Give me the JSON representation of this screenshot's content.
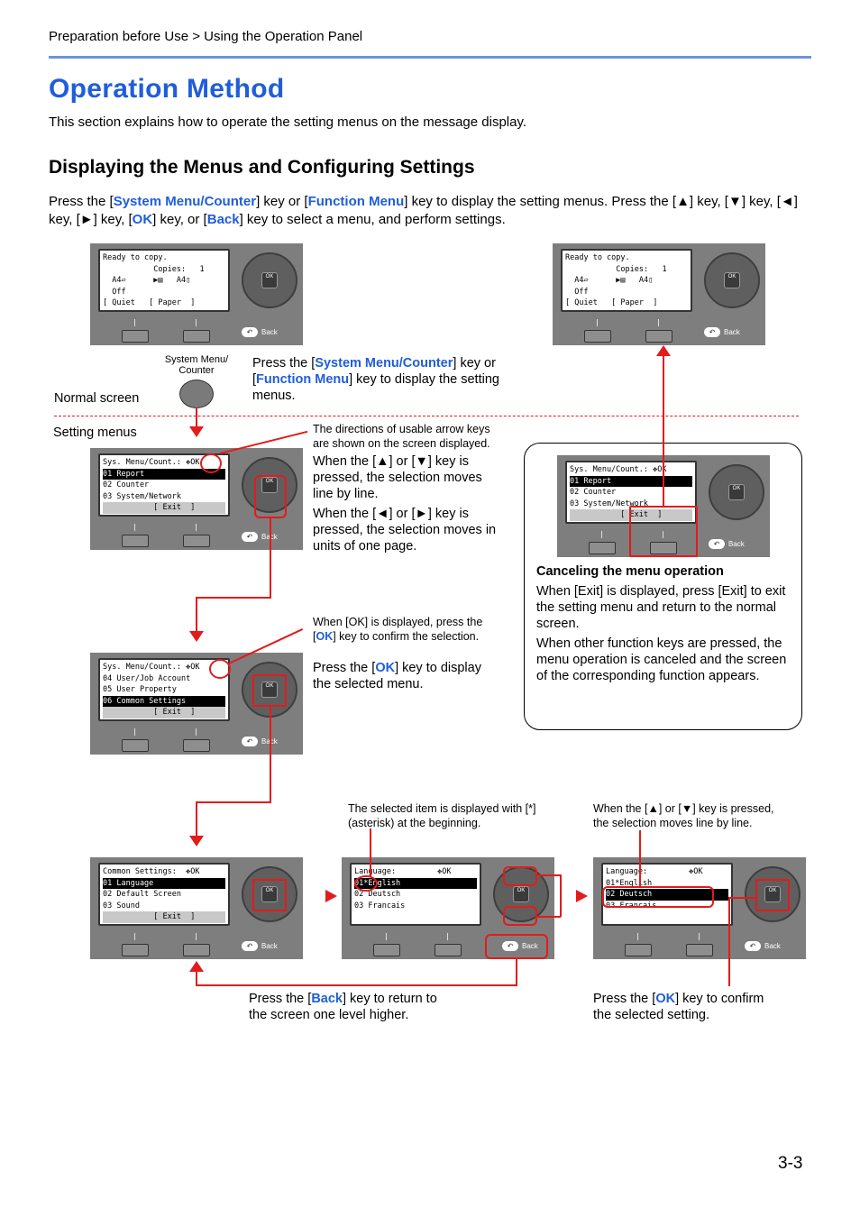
{
  "header": {
    "breadcrumb": "Preparation before Use > Using the Operation Panel",
    "title": "Operation Method",
    "intro": "This section explains how to operate the setting menus on the message display."
  },
  "section": {
    "heading": "Displaying the Menus and Configuring Settings",
    "p_1": "Press the [",
    "p_kw1": "System Menu/Counter",
    "p_2": "] key or [",
    "p_kw2": "Function Menu",
    "p_3": "] key to display the setting menus. Press the [▲] key, [▼] key, [◄] key, [►] key, [",
    "p_kw3": "OK",
    "p_4": "] key, or [",
    "p_kw4": "Back",
    "p_5": "] key to select a menu, and perform settings."
  },
  "labels": {
    "normal_screen": "Normal screen",
    "setting_menus": "Setting menus",
    "system_menu_key": "System Menu/ Counter",
    "back": "Back",
    "ok": "OK"
  },
  "notes": {
    "press_sys_1": "Press the [",
    "press_sys_kw1": "System Menu/Counter",
    "press_sys_2": "] key or [",
    "press_sys_kw2": "Function Menu",
    "press_sys_3": "] key to display the setting menus.",
    "directions": "The directions of usable arrow keys are shown on the screen displayed.",
    "updown": "When the [▲] or [▼] key is pressed, the selection moves line by line.",
    "leftright": "When the [◄] or [►] key is pressed, the selection moves in units of one page.",
    "ok_displayed_1": "When [OK] is displayed, press the [",
    "ok_displayed_kw": "OK",
    "ok_displayed_2": "] key to confirm the selection.",
    "press_ok_1": "Press the [",
    "press_ok_kw": "OK",
    "press_ok_2": "] key to display the selected menu.",
    "cancel_title": "Canceling the menu operation",
    "cancel_p1": "When [Exit] is displayed, press [Exit] to exit the setting menu and return to the normal screen.",
    "cancel_p2": "When other function keys are pressed, the menu operation is canceled and the screen of the corresponding function appears.",
    "asterisk": "The selected item is displayed with [*] (asterisk) at the beginning.",
    "updown2": "When the [▲] or [▼] key is pressed, the selection moves line by line.",
    "back_1": "Press the [",
    "back_kw": "Back",
    "back_2": "] key to return to the screen one level higher.",
    "confirm_1": "Press the [",
    "confirm_kw": "OK",
    "confirm_2": "] key to confirm the selected setting."
  },
  "screens": {
    "normal": [
      "Ready to copy.",
      "           Copies:   1",
      "  A4▱      ▶▤   A4▯",
      "  Off",
      "[ Quiet   [ Paper  ]"
    ],
    "sys1": [
      "Sys. Menu/Count.: ✥OK",
      "01 Report",
      "02 Counter",
      "03 System/Network",
      "           [ Exit  ]"
    ],
    "sys2": [
      "Sys. Menu/Count.: ✥OK",
      "04 User/Job Account",
      "05 User Property",
      "06 Common Settings",
      "           [ Exit  ]"
    ],
    "common": [
      "Common Settings:  ✥OK",
      "01 Language",
      "02 Default Screen",
      "03 Sound",
      "           [ Exit  ]"
    ],
    "lang1": [
      "Language:         ✥OK",
      "01*English",
      "02 Deutsch",
      "03 Francais",
      ""
    ],
    "lang2": [
      "Language:         ✥OK",
      "01*English",
      "02 Deutsch",
      "03 Francais",
      ""
    ]
  },
  "page_number": "3-3",
  "colors": {
    "accent": "#1f5ddb",
    "rule": "#6f93d9",
    "callout": "#e31b1b",
    "panel": "#7e7e7e"
  }
}
